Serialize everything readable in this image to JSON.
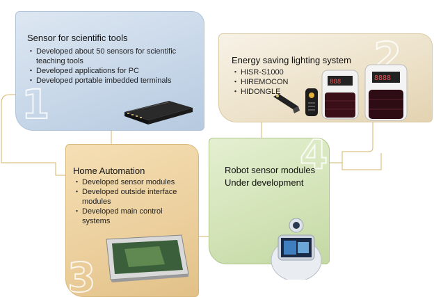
{
  "modules": [
    {
      "number": "1",
      "title": "Sensor for scientific tools",
      "bullets": [
        "Developed about 50 sensors for scientific teaching tools",
        "Developed applications for PC",
        "Developed portable imbedded terminals"
      ]
    },
    {
      "number": "2",
      "title": "Energy saving lighting system",
      "bullets": [
        "HISR-S1000",
        "HIREMOCON",
        "HIDONGLE"
      ]
    },
    {
      "number": "3",
      "title": "Home Automation",
      "bullets": [
        "Developed sensor modules",
        "Developed outside interface modules",
        "Developed main control systems"
      ]
    },
    {
      "number": "4",
      "title": "Robot sensor modules",
      "subtitle": "Under development"
    }
  ],
  "colors": {
    "sensor_card": "#c6d6e8",
    "energy_card": "#ece1c8",
    "home_card": "#ecd09e",
    "robot_card": "#d2e3b6",
    "connector": "#d6b56a"
  },
  "icons": {
    "sensor_device": "interface-box-image",
    "energy_devices": "dongle-remote-controller-image",
    "home_device": "touch-panel-image",
    "robot_device": "robot-head-image"
  }
}
